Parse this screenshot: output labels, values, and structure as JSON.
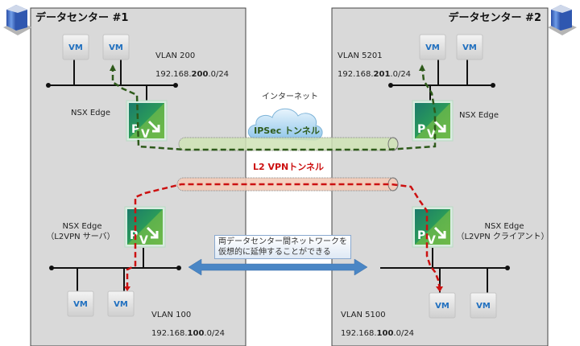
{
  "datacenters": [
    {
      "title": "データセンター #1",
      "icon": "building-icon",
      "top_vlan": {
        "label": "VLAN 200",
        "subnet_pre": "192.168.",
        "subnet_bold": "200",
        "subnet_post": ".0/24"
      },
      "top_edge_label": "NSX Edge",
      "bottom_edge_label_1": "NSX Edge",
      "bottom_edge_label_2": "（L2VPN サーバ）",
      "bottom_vlan": {
        "label": "VLAN 100",
        "subnet_pre": "192.168.",
        "subnet_bold": "100",
        "subnet_post": ".0/24"
      },
      "vm_label": "VM"
    },
    {
      "title": "データセンター #2",
      "icon": "building-icon",
      "top_vlan": {
        "label": "VLAN 5201",
        "subnet_pre": "192.168.",
        "subnet_bold": "201",
        "subnet_post": ".0/24"
      },
      "top_edge_label": "NSX Edge",
      "bottom_edge_label_1": "NSX Edge",
      "bottom_edge_label_2": "（L2VPN クライアント）",
      "bottom_vlan": {
        "label": "VLAN 5100",
        "subnet_pre": "192.168.",
        "subnet_bold": "100",
        "subnet_post": ".0/24"
      },
      "vm_label": "VM"
    }
  ],
  "internet": {
    "label": "インターネット",
    "icon": "cloud-icon"
  },
  "tunnels": {
    "ipsec": {
      "label": "IPSec トンネル",
      "color": "#2e5a1a",
      "tube_color": "#cfe3b5"
    },
    "l2vpn": {
      "label": "L2 VPNトンネル",
      "color": "#cc1111",
      "tube_color": "#f3c9b5"
    }
  },
  "caption": {
    "line1": "両データセンター間ネットワークを",
    "line2": "仮想的に延伸することができる"
  },
  "colors": {
    "datacenter_bg": "#d9d9d9",
    "vm_text": "#1f6fbf",
    "arrow": "#4a86c5"
  }
}
